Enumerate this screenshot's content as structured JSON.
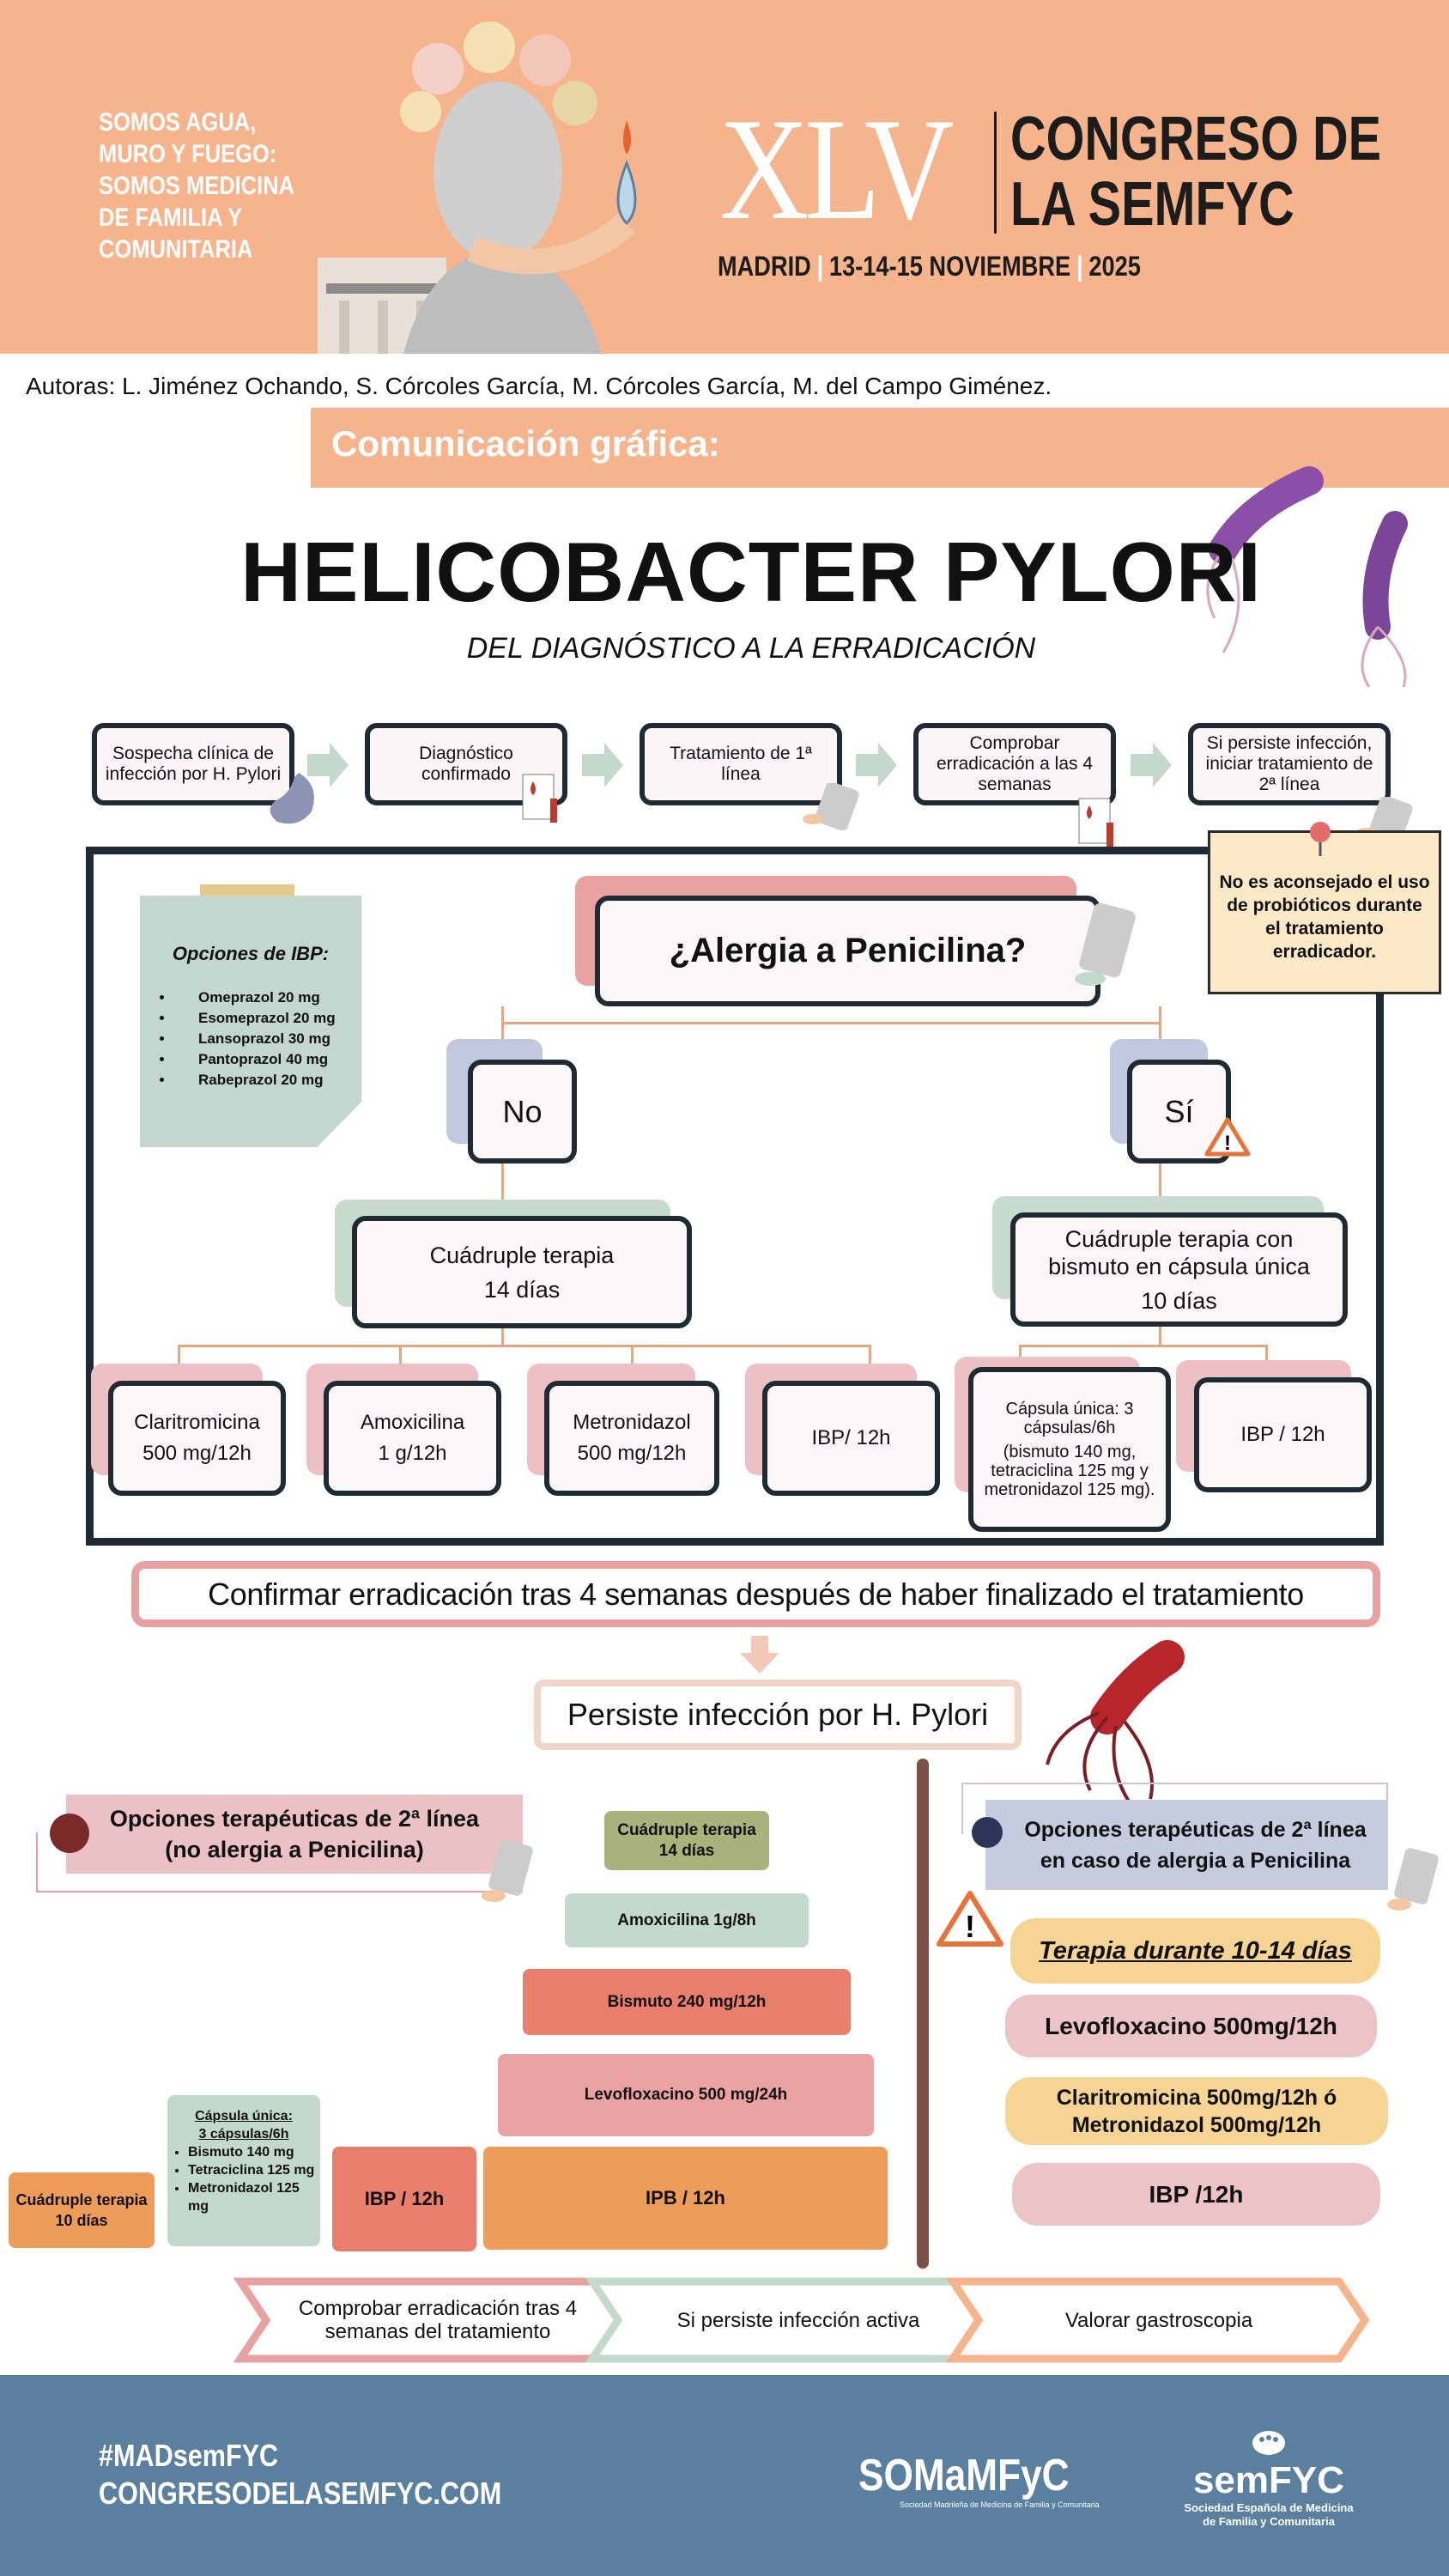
{
  "header": {
    "slogan": [
      "SOMOS AGUA,",
      "MURO Y FUEGO:",
      "SOMOS MEDICINA",
      "DE FAMILIA Y",
      "COMUNITARIA"
    ],
    "edition": "XLV",
    "congress": [
      "CONGRESO DE",
      "LA SEMFYC"
    ],
    "city": "MADRID",
    "dates": "13-14-15 NOVIEMBRE",
    "year": "2025"
  },
  "authors": "Autoras: L. Jiménez Ochando, S. Córcoles García, M. Córcoles García, M. del Campo Giménez.",
  "section_label": "Comunicación gráfica:",
  "title": "HELICOBACTER PYLORI",
  "subtitle": "DEL DIAGNÓSTICO A LA ERRADICACIÓN",
  "flow": [
    "Sospecha clínica de infección por H. Pylori",
    "Diagnóstico confirmado",
    "Tratamiento de 1ª línea",
    "Comprobar erradicación a las 4 semanas",
    "Si persiste infección, iniciar tratamiento de 2ª línea"
  ],
  "ibp_note": {
    "title": "Opciones de IBP:",
    "items": [
      "Omeprazol 20 mg",
      "Esomeprazol 20 mg",
      "Lansoprazol 30 mg",
      "Pantoprazol 40 mg",
      "Rabeprazol 20 mg"
    ]
  },
  "probiotic_note": "No es aconsejado el uso de probióticos durante el tratamiento erradicador.",
  "decision": {
    "question": "¿Alergia a Penicilina?",
    "no": "No",
    "yes": "Sí",
    "no_therapy": [
      "Cuádruple terapia",
      "14 días"
    ],
    "yes_therapy": [
      "Cuádruple terapia con bismuto en cápsula única",
      "10 días"
    ],
    "no_drugs": [
      [
        "Claritromicina",
        "500 mg/12h"
      ],
      [
        "Amoxicilina",
        "1 g/12h"
      ],
      [
        "Metronidazol",
        "500 mg/12h"
      ],
      [
        "IBP/ 12h"
      ]
    ],
    "yes_drugs": [
      [
        "Cápsula única: 3 cápsulas/6h",
        "(bismuto 140 mg, tetraciclina 125 mg y metronidazol 125 mg)."
      ],
      [
        "IBP / 12h"
      ]
    ]
  },
  "confirm": "Confirmar erradicación tras 4 semanas después de haber finalizado el tratamiento",
  "persist": "Persiste infección por H. Pylori",
  "second_line_no_allergy": {
    "heading": [
      "Opciones terapéuticas de 2ª línea",
      "(no alergia a Penicilina)"
    ],
    "bars": [
      "Cuádruple terapia",
      "14 días",
      "Amoxicilina 1g/8h",
      "Bismuto 240 mg/12h",
      "Levofloxacino 500 mg/24h",
      "IPB / 12h",
      "IBP / 12h"
    ],
    "capsule": {
      "title": [
        "Cápsula única:",
        "3 cápsulas/6h"
      ],
      "items": [
        "Bismuto 140 mg",
        "Tetraciclina 125 mg",
        "Metronidazol 125 mg"
      ]
    },
    "quad10": [
      "Cuádruple terapia",
      "10 días"
    ]
  },
  "second_line_allergy": {
    "heading": [
      "Opciones terapéuticas de 2ª línea",
      "en caso de alergia a Penicilina"
    ],
    "duration": "Terapia durante 10-14 días",
    "items": [
      "Levofloxacino 500mg/12h",
      "Claritromicina 500mg/12h ó",
      "Metronidazol 500mg/12h",
      "IBP /12h"
    ]
  },
  "steps": [
    "Comprobar erradicación tras 4 semanas del tratamiento",
    "Si persiste infección activa",
    "Valorar gastroscopia"
  ],
  "footer": {
    "hashtag": "#MADsemFYC",
    "website": "CONGRESODELASEMFYC.COM",
    "logo1": "SOMaMFyC",
    "logo1_sub": "Sociedad Madrileña de Medicina de Familia y Comunitaria",
    "logo2": "semFYC",
    "logo2_sub": [
      "Sociedad Española de Medicina",
      "de Familia y Comunitaria"
    ]
  },
  "colors": {
    "peach": "#f5b48c",
    "pink": "#e8a1a1",
    "green": "#c3d9cc",
    "navy": "#1f2a33",
    "footer": "#5a7f9f"
  }
}
